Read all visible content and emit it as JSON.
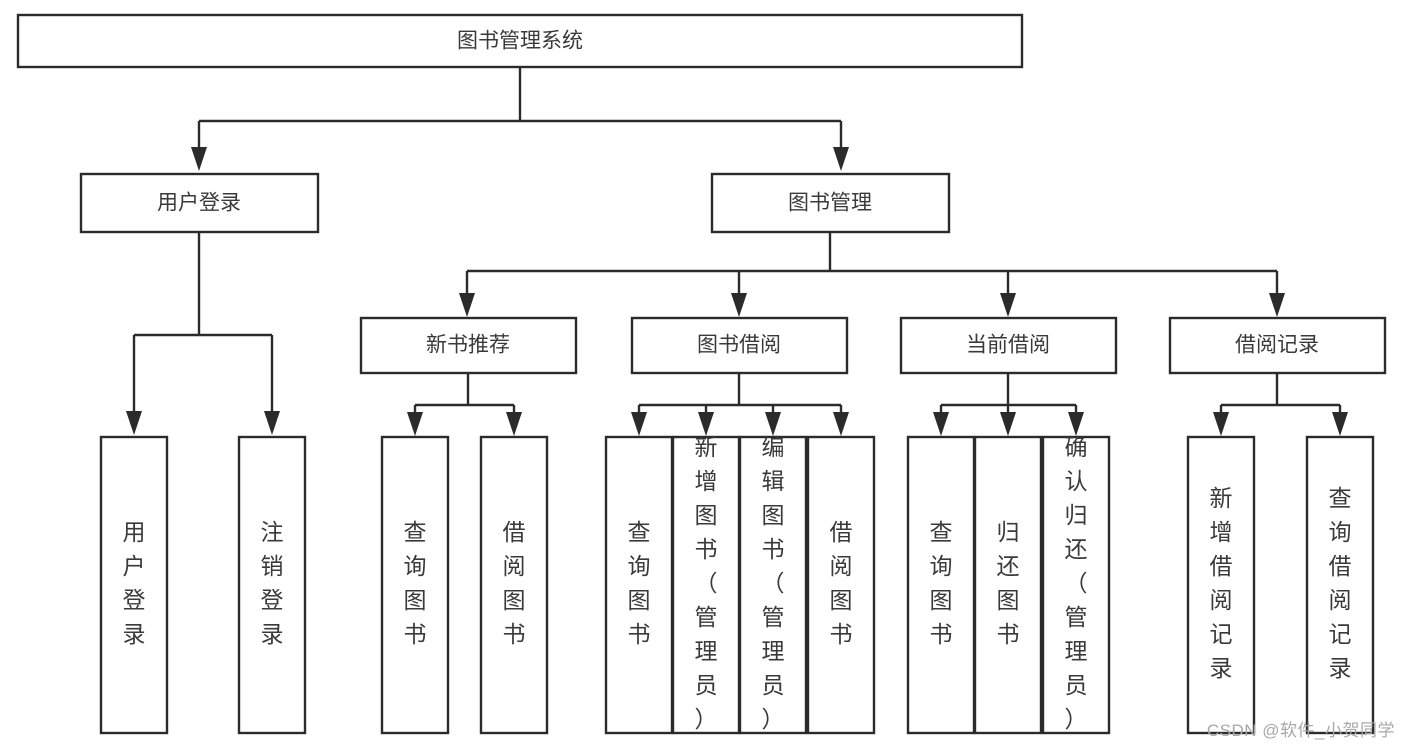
{
  "diagram": {
    "type": "hierarchy-tree",
    "title": "图书管理系统",
    "watermark": "CSDN @软件_小贺同学",
    "colors": {
      "background": "#ffffff",
      "box_stroke": "#2b2b2b",
      "box_fill": "#ffffff",
      "text": "#3a3a3a",
      "watermark": "#a8a8a8"
    },
    "root": {
      "id": "root",
      "label": "图书管理系统",
      "orientation": "horizontal"
    },
    "level2": [
      {
        "id": "user-login",
        "label": "用户登录",
        "orientation": "horizontal"
      },
      {
        "id": "book-management",
        "label": "图书管理",
        "orientation": "horizontal"
      }
    ],
    "level3": [
      {
        "id": "new-book-recommend",
        "label": "新书推荐",
        "orientation": "horizontal",
        "parent": "book-management"
      },
      {
        "id": "book-borrow",
        "label": "图书借阅",
        "orientation": "horizontal",
        "parent": "book-management"
      },
      {
        "id": "current-borrow",
        "label": "当前借阅",
        "orientation": "horizontal",
        "parent": "book-management"
      },
      {
        "id": "borrow-record",
        "label": "借阅记录",
        "orientation": "horizontal",
        "parent": "book-management"
      }
    ],
    "leaves": {
      "user-login": [
        {
          "id": "leaf-user-login",
          "label": "用户登录",
          "orientation": "vertical"
        },
        {
          "id": "leaf-logout-login",
          "label": "注销登录",
          "orientation": "vertical"
        }
      ],
      "new-book-recommend": [
        {
          "id": "leaf-query-book-1",
          "label": "查询图书",
          "orientation": "vertical"
        },
        {
          "id": "leaf-borrow-book-1",
          "label": "借阅图书",
          "orientation": "vertical"
        }
      ],
      "book-borrow": [
        {
          "id": "leaf-query-book-2",
          "label": "查询图书",
          "orientation": "vertical"
        },
        {
          "id": "leaf-add-book-admin",
          "label": "新增图书（管理员）",
          "orientation": "vertical"
        },
        {
          "id": "leaf-edit-book-admin",
          "label": "编辑图书（管理员）",
          "orientation": "vertical"
        },
        {
          "id": "leaf-borrow-book-2",
          "label": "借阅图书",
          "orientation": "vertical"
        }
      ],
      "current-borrow": [
        {
          "id": "leaf-query-book-3",
          "label": "查询图书",
          "orientation": "vertical"
        },
        {
          "id": "leaf-return-book",
          "label": "归还图书",
          "orientation": "vertical"
        },
        {
          "id": "leaf-confirm-return-admin",
          "label": "确认归还（管理员）",
          "orientation": "vertical"
        }
      ],
      "borrow-record": [
        {
          "id": "leaf-add-borrow-record",
          "label": "新增借阅记录",
          "orientation": "vertical"
        },
        {
          "id": "leaf-query-borrow-record",
          "label": "查询借阅记录",
          "orientation": "vertical"
        }
      ]
    }
  }
}
